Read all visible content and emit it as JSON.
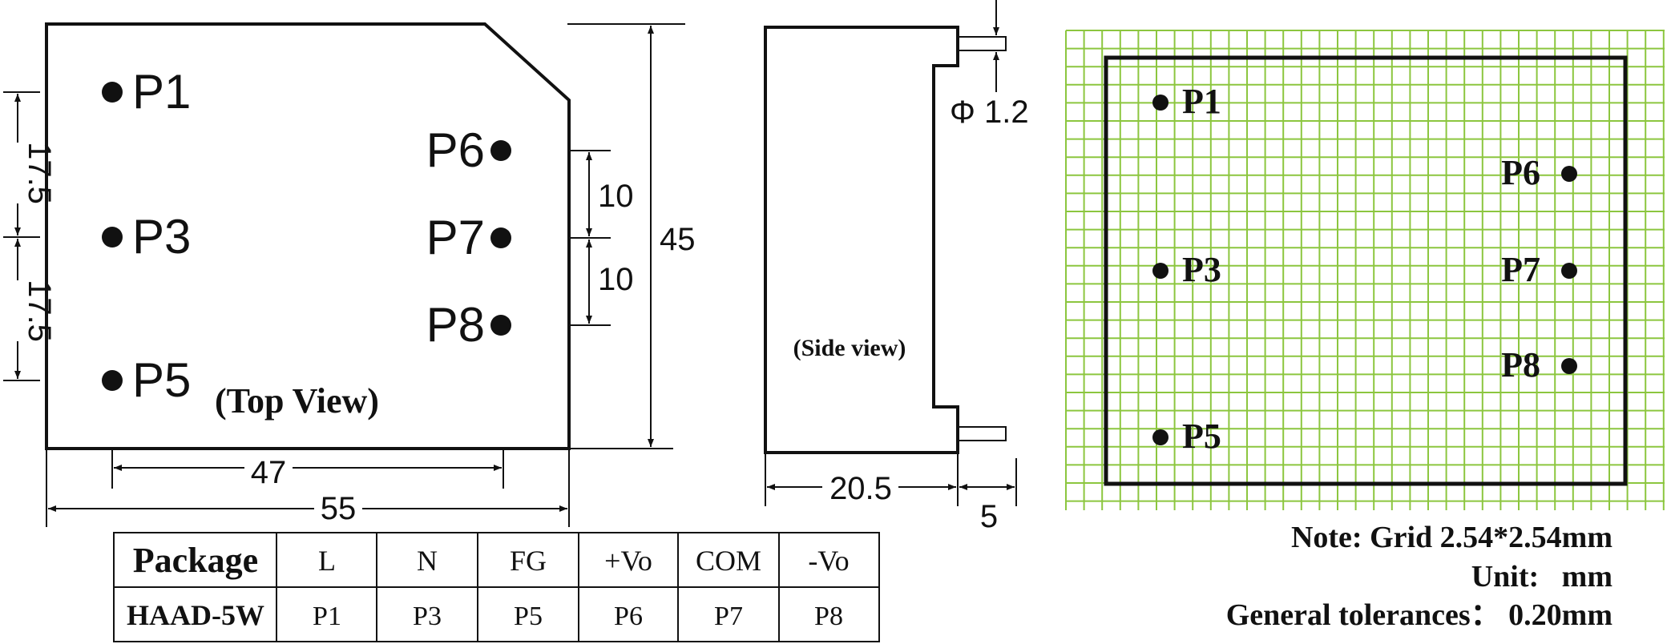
{
  "top_view": {
    "pins_left": [
      "P1",
      "P3",
      "P5"
    ],
    "pins_right": [
      "P6",
      "P7",
      "P8"
    ],
    "caption": "(Top View)",
    "dims": {
      "pitch_a": "17.5",
      "pitch_b": "17.5",
      "pitch_c": "10",
      "pitch_d": "10",
      "height": "45",
      "pin_span": "47",
      "width": "55"
    }
  },
  "side_view": {
    "caption": "(Side view)",
    "pin_diameter": "Φ 1.2",
    "dims": {
      "depth": "20.5",
      "pin_length": "5"
    }
  },
  "footprint": {
    "pins_left": [
      "P1",
      "P3",
      "P5"
    ],
    "pins_right": [
      "P6",
      "P7",
      "P8"
    ],
    "grid_color": "#8cc63f"
  },
  "table": {
    "header": [
      "Package",
      "L",
      "N",
      "FG",
      "+Vo",
      "COM",
      "-Vo"
    ],
    "row": [
      "HAAD-5W",
      "P1",
      "P3",
      "P5",
      "P6",
      "P7",
      "P8"
    ]
  },
  "notes": [
    "Note: Grid 2.54*2.54mm",
    "Unit:   mm",
    "General tolerances： 0.20mm"
  ]
}
